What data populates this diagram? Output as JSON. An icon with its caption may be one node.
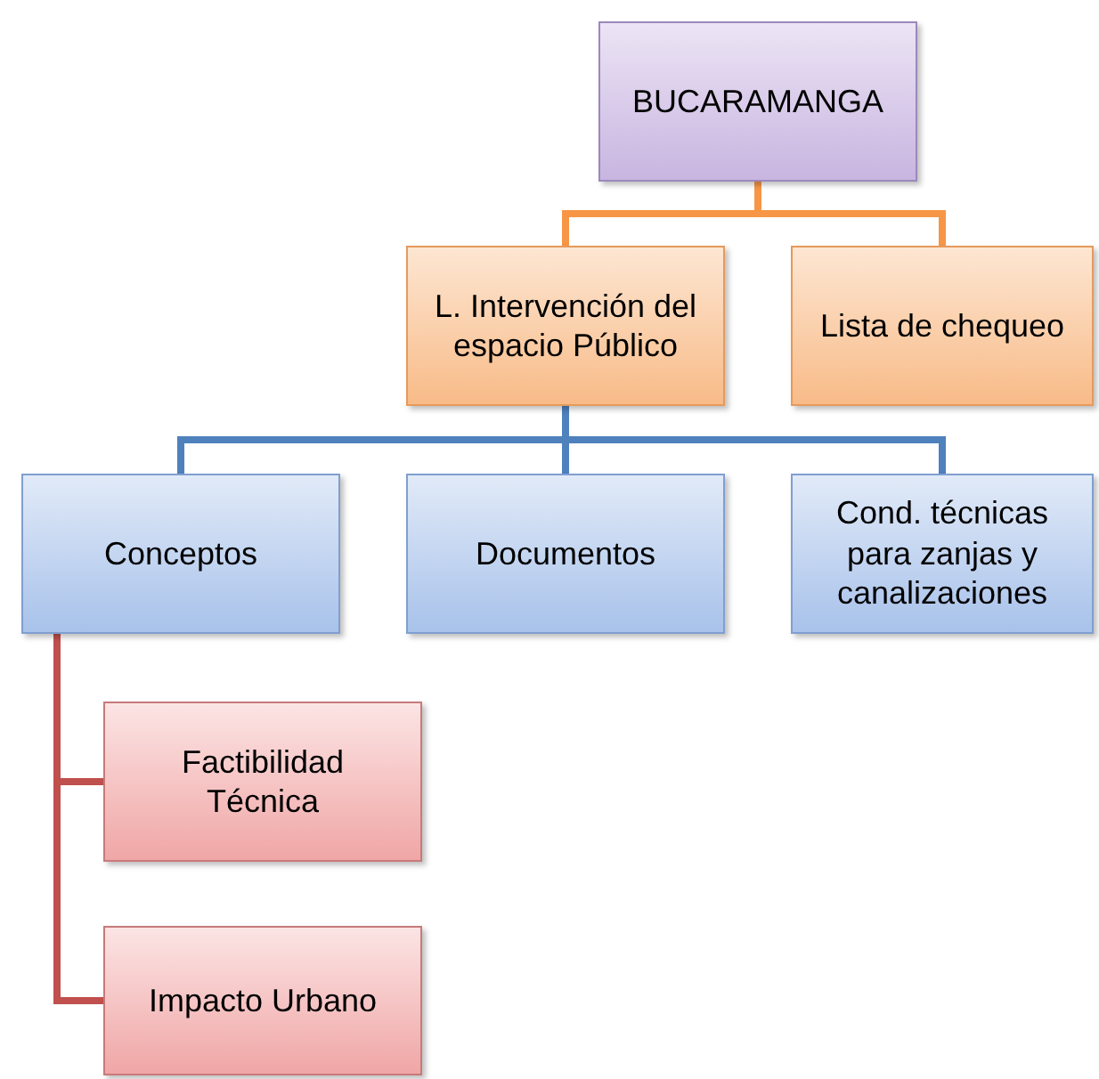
{
  "diagram": {
    "nodes": [
      {
        "text": [
          "BUCARAMANGA"
        ]
      },
      {
        "text": [
          "L. Intervención del espacio Público"
        ]
      },
      {
        "text": [
          "Lista de chequeo"
        ]
      },
      {
        "text": [
          "Conceptos"
        ]
      },
      {
        "text": [
          "Documentos"
        ]
      },
      {
        "text": [
          "Cond. técnicas para zanjas y canalizaciones"
        ]
      },
      {
        "text": [
          "Factibilidad Técnica"
        ]
      },
      {
        "text": [
          "Impacto Urbano"
        ]
      }
    ],
    "edges": [
      {
        "from": 0,
        "to": 1,
        "arrow": "none",
        "color": "#f79646"
      },
      {
        "from": 0,
        "to": 2,
        "arrow": "none",
        "color": "#f79646"
      },
      {
        "from": 1,
        "to": 3,
        "arrow": "none",
        "color": "#4f81bd"
      },
      {
        "from": 1,
        "to": 4,
        "arrow": "none",
        "color": "#4f81bd"
      },
      {
        "from": 1,
        "to": 5,
        "arrow": "none",
        "color": "#4f81bd"
      },
      {
        "from": 3,
        "to": 6,
        "arrow": "none",
        "color": "#c0504d"
      },
      {
        "from": 3,
        "to": 7,
        "arrow": "none",
        "color": "#c0504d"
      }
    ]
  }
}
